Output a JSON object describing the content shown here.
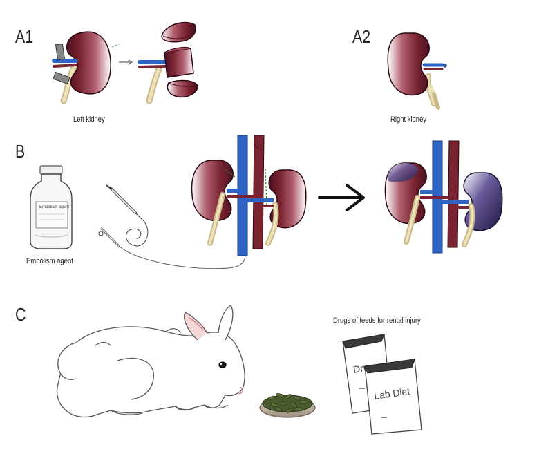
{
  "panels": {
    "a1": {
      "label": "A1",
      "caption": "Left kidney"
    },
    "a2": {
      "label": "A2",
      "caption": "Right kidney"
    },
    "b": {
      "label": "B",
      "caption": "Embolism agent",
      "bottle_text": "Embolism agent"
    },
    "c": {
      "label": "C",
      "caption": "Drugs of feeds for rental injury",
      "bag_drug": "Drug",
      "bag_diet": "Lab Diet"
    }
  },
  "colors": {
    "kidney": "#7a2331",
    "kidney_dark": "#4a1020",
    "vein": "#2f63c4",
    "ureter": "#e6d7a8",
    "infarct": "#3a2d6e",
    "ink": "#222222"
  }
}
